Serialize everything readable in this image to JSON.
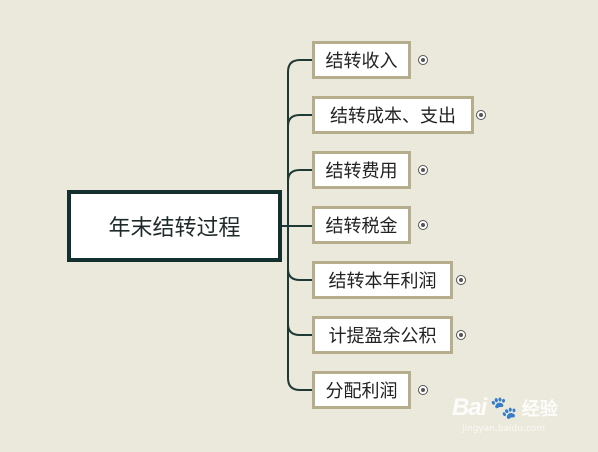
{
  "root": {
    "label": "年末结转过程"
  },
  "branches": [
    {
      "label": "结转收入"
    },
    {
      "label": "结转成本、支出"
    },
    {
      "label": "结转费用"
    },
    {
      "label": "结转税金"
    },
    {
      "label": "结转本年利润"
    },
    {
      "label": "计提盈余公积"
    },
    {
      "label": "分配利润"
    }
  ],
  "watermark": {
    "brand": "Bai",
    "paw": "🐾",
    "product": "经验",
    "url": "jingyan.baidu.com"
  },
  "colors": {
    "background": "#ebe8dc",
    "root_border": "#13302e",
    "node_border": "#b5ad8c",
    "connector": "#1f3a36"
  }
}
